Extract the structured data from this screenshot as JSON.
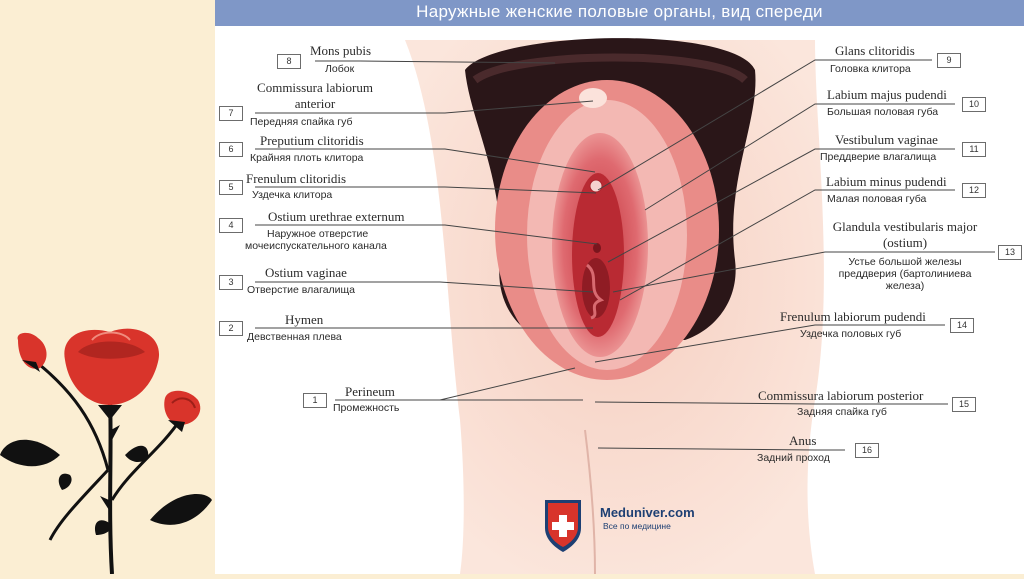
{
  "title": "Наружные женские половые органы, вид спереди",
  "labels": {
    "l8": {
      "num": "8",
      "latin": "Mons pubis",
      "russian": "Лобок"
    },
    "l7": {
      "num": "7",
      "latin1": "Commissura labiorum",
      "latin2": "anterior",
      "russian": "Передняя спайка губ"
    },
    "l6": {
      "num": "6",
      "latin": "Preputium clitoridis",
      "russian": "Крайняя плоть клитора"
    },
    "l5": {
      "num": "5",
      "latin": "Frenulum clitoridis",
      "russian": "Уздечка клитора"
    },
    "l4": {
      "num": "4",
      "latin": "Ostium urethrae externum",
      "russian1": "Наружное отверстие",
      "russian2": "мочеиспускательного канала"
    },
    "l3": {
      "num": "3",
      "latin": "Ostium vaginae",
      "russian": "Отверстие влагалища"
    },
    "l2": {
      "num": "2",
      "latin": "Hymen",
      "russian": "Девственная плева"
    },
    "l1": {
      "num": "1",
      "latin": "Perineum",
      "russian": "Промежность"
    },
    "l9": {
      "num": "9",
      "latin": "Glans clitoridis",
      "russian": "Головка клитора"
    },
    "l10": {
      "num": "10",
      "latin": "Labium majus pudendi",
      "russian": "Большая половая губа"
    },
    "l11": {
      "num": "11",
      "latin": "Vestibulum vaginae",
      "russian": "Преддверие влагалища"
    },
    "l12": {
      "num": "12",
      "latin": "Labium minus pudendi",
      "russian": "Малая половая губа"
    },
    "l13": {
      "num": "13",
      "latin1": "Glandula vestibularis major",
      "latin2": "(ostium)",
      "russian1": "Устье большой железы",
      "russian2": "преддверия (бартолиниева",
      "russian3": "железа)"
    },
    "l14": {
      "num": "14",
      "latin": "Frenulum labiorum pudendi",
      "russian": "Уздечка половых губ"
    },
    "l15": {
      "num": "15",
      "latin": "Commissura labiorum posterior",
      "russian": "Задняя спайка губ"
    },
    "l16": {
      "num": "16",
      "latin": "Anus",
      "russian": "Задний проход"
    }
  },
  "logo": {
    "name": "Meduniver.com",
    "tagline": "Все по медицине"
  },
  "colors": {
    "title_bar": "#7f97c7",
    "side_panel": "#fbeed3",
    "flower_red": "#d9342b",
    "leaf": "#111111"
  }
}
